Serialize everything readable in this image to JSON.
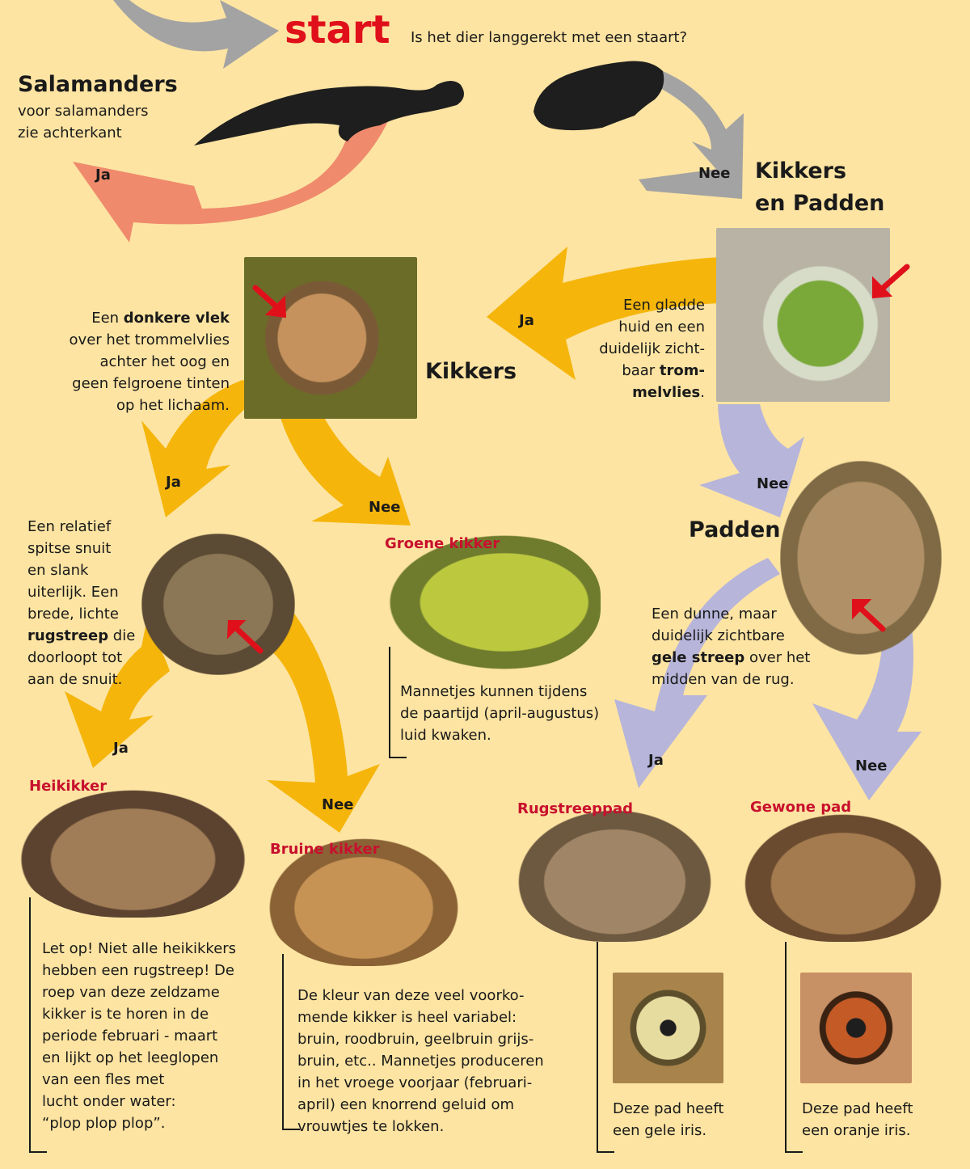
{
  "start": {
    "label": "start",
    "question": "Is het dier langgerekt met een staart?"
  },
  "salamanders": {
    "title": "Salamanders",
    "line1": "voor salamanders",
    "line2": "zie achterkant"
  },
  "kikkers_padden": {
    "title_line1": "Kikkers",
    "title_line2": "en Padden"
  },
  "kikkers": {
    "title": "Kikkers"
  },
  "padden": {
    "title": "Padden"
  },
  "answers": {
    "ja": "Ja",
    "nee": "Nee"
  },
  "q_smooth": {
    "l1": "Een gladde",
    "l2": "huid en een",
    "l3": "duidelijk zicht-",
    "l4_pre": "baar ",
    "l4_bold": "trom-",
    "l5_bold": "melvlies",
    "l5_post": "."
  },
  "q_vlek": {
    "l1_pre": "Een ",
    "l1_bold": "donkere vlek",
    "l2": "over het trommelvlies",
    "l3": "achter het oog en",
    "l4": "geen felgroene tinten",
    "l5": "op het lichaam."
  },
  "q_snuit": {
    "l1": "Een relatief",
    "l2": "spitse snuit",
    "l3": "en slank",
    "l4": "uiterlijk. Een",
    "l5": "brede, lichte",
    "l6_bold": "rugstreep",
    "l6_post": " die",
    "l7": "doorloopt tot",
    "l8": "aan de snuit."
  },
  "q_streep": {
    "l1": "Een dunne, maar",
    "l2": "duidelijk zichtbare",
    "l3_bold": "gele streep",
    "l3_post": " over het",
    "l4": "midden van de rug."
  },
  "species": {
    "groene": {
      "name": "Groene kikker",
      "l1": "Mannetjes kunnen tijdens",
      "l2": "de paartijd (april-augustus)",
      "l3": "luid kwaken."
    },
    "hei": {
      "name": "Heikikker",
      "l1": "Let op! Niet alle heikikkers",
      "l2": "hebben een rugstreep! De",
      "l3": "roep van deze zeldzame",
      "l4": "kikker is te horen in de",
      "l5": "periode februari - maart",
      "l6": "en lijkt op het leeglopen",
      "l7": "van een fles met",
      "l8": "lucht onder water:",
      "l9": "“plop plop plop”."
    },
    "bruine": {
      "name": "Bruine kikker",
      "l1": "De kleur van deze veel voorko-",
      "l2": "mende kikker is heel variabel:",
      "l3": "bruin, roodbruin, geelbruin grijs-",
      "l4": "bruin, etc.. Mannetjes produceren",
      "l5": "in het vroege voorjaar (februari-",
      "l6": "april) een knorrend geluid om",
      "l7": "vrouwtjes te lokken."
    },
    "rugstreeppad": {
      "name": "Rugstreeppad",
      "l1": "Deze pad heeft",
      "l2": "een gele iris."
    },
    "gewone": {
      "name": "Gewone pad",
      "l1": "Deze pad heeft",
      "l2": "een oranje iris."
    }
  },
  "colors": {
    "background": "#fde4a2",
    "grey_arrow": "#a3a3a3",
    "salmon_arrow": "#ef8a6c",
    "yellow_arrow": "#f5b50b",
    "lavender_arrow": "#b7b5da",
    "accent_red": "#c8102e"
  }
}
